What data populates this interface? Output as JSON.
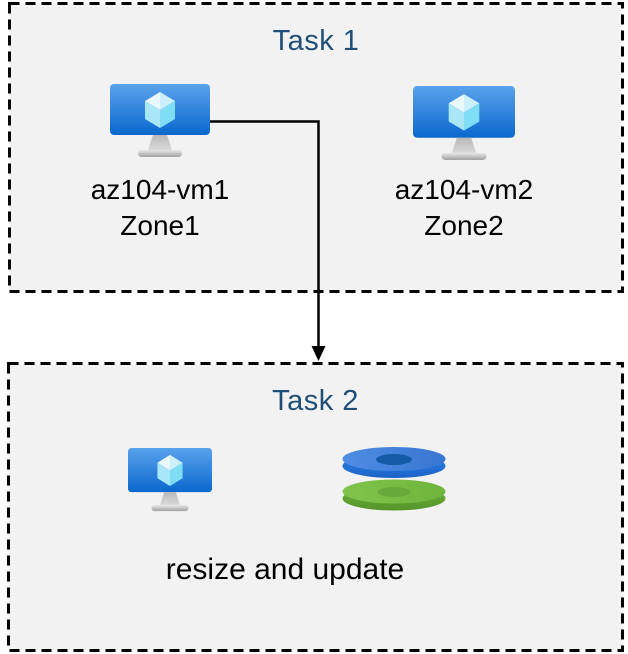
{
  "task1": {
    "title": "Task 1",
    "nodes": [
      {
        "name": "az104-vm1",
        "zone": "Zone1",
        "icon": "virtual-machine-icon"
      },
      {
        "name": "az104-vm2",
        "zone": "Zone2",
        "icon": "virtual-machine-icon"
      }
    ]
  },
  "connector": {
    "type": "elbow-arrow",
    "from": "az104-vm1",
    "to": "Task 2"
  },
  "task2": {
    "title": "Task 2",
    "caption": "resize and update",
    "icons": [
      "virtual-machine-icon",
      "managed-disks-icon"
    ]
  },
  "colors": {
    "box_background": "#F2F2F2",
    "box_border": "#000000",
    "title_text": "#1F4E79",
    "label_text": "#000000",
    "vm_screen_top": "#5AA0EA",
    "vm_screen_bottom": "#0A68CE",
    "disk_blue_top": "#4486DD",
    "disk_blue_hole": "#155AA6",
    "disk_green_top": "#78BE43",
    "disk_green_rim": "#559328"
  }
}
